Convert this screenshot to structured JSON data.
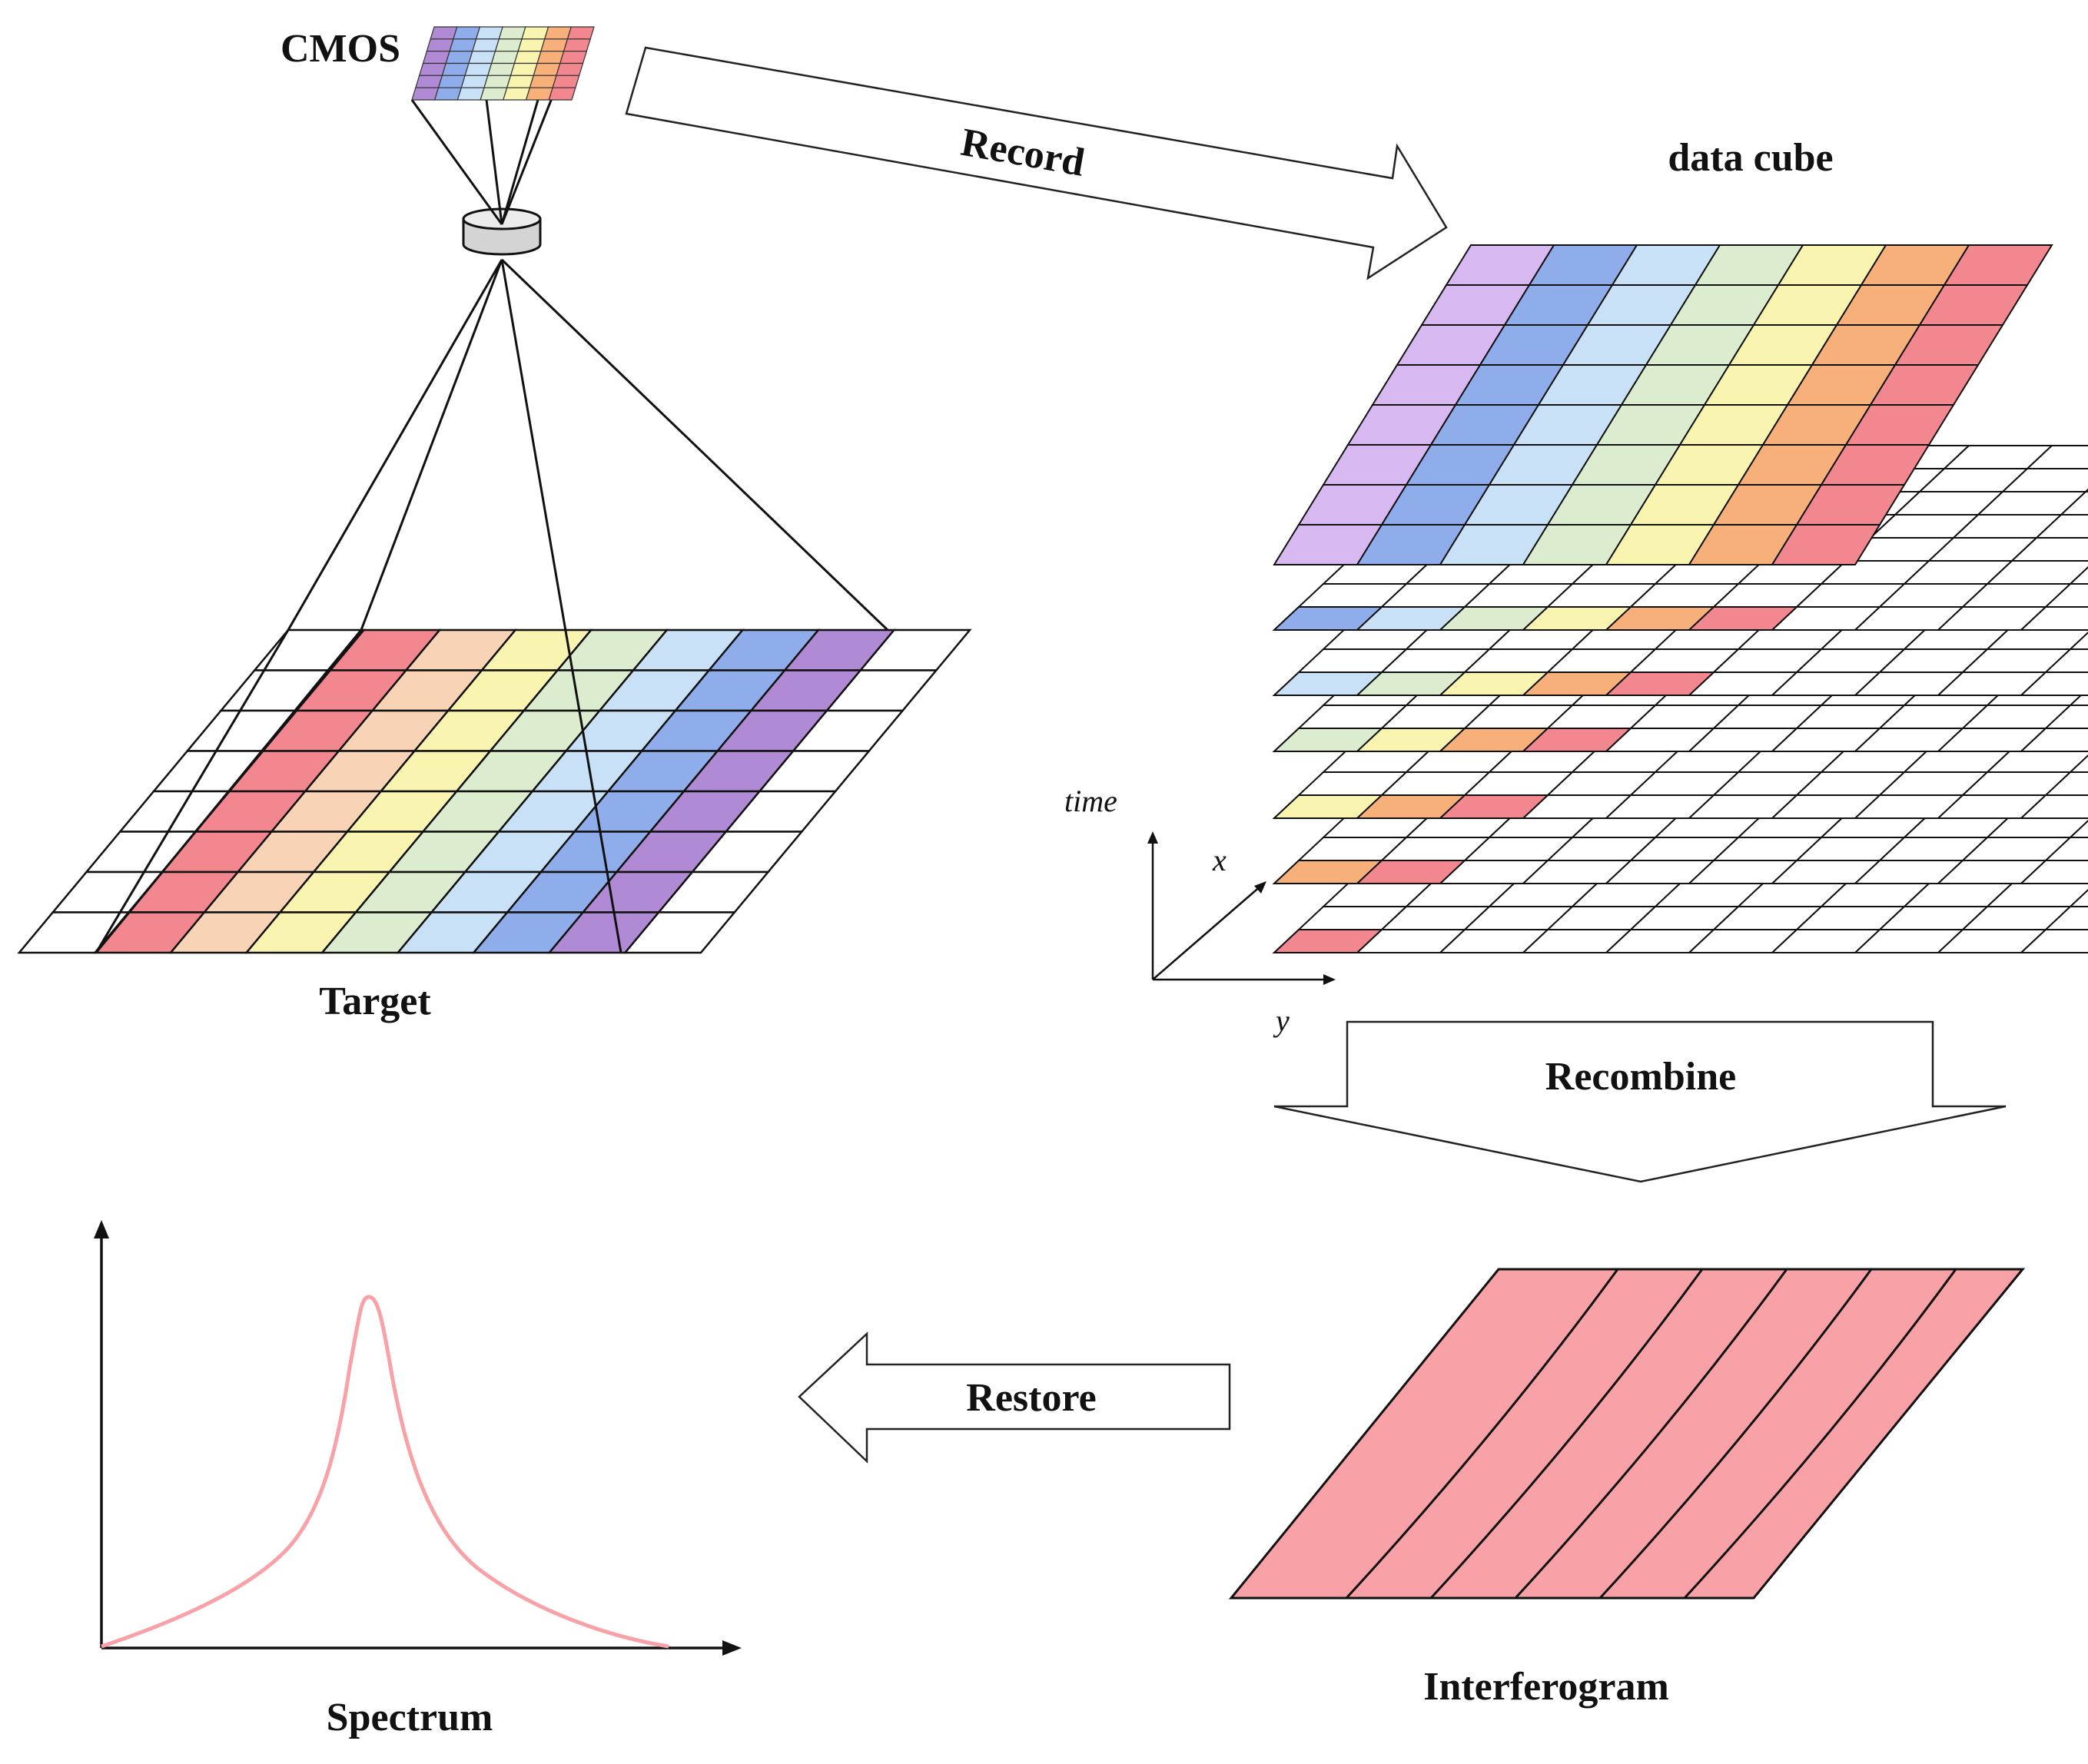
{
  "labels": {
    "cmos": "CMOS",
    "record": "Record",
    "data_cube": "data cube",
    "target": "Target",
    "recombine": "Recombine",
    "restore": "Restore",
    "spectrum": "Spectrum",
    "interferogram": "Interferogram"
  },
  "axes": {
    "time": "time",
    "x": "x",
    "y": "y"
  },
  "colors": {
    "red": "#f2878f",
    "orange": "#f8b07a",
    "peach": "#f8d3b5",
    "yellow": "#f9f5b0",
    "green": "#dcedcf",
    "lightblue": "#c9e1f7",
    "blue": "#8fadea",
    "purple": "#b08ad4",
    "lavender": "#d8b8f0",
    "interferogram": "#f8a1a6",
    "spectrum": "#f8a1a6"
  },
  "target_bands": [
    "",
    "red",
    "peach",
    "yellow",
    "green",
    "lightblue",
    "blue",
    "purple",
    ""
  ],
  "cube_top_bands": [
    "lavender",
    "blue",
    "lightblue",
    "green",
    "yellow",
    "orange",
    "red"
  ],
  "cmos_bands": [
    "purple",
    "blue",
    "lightblue",
    "green",
    "yellow",
    "orange",
    "red"
  ]
}
